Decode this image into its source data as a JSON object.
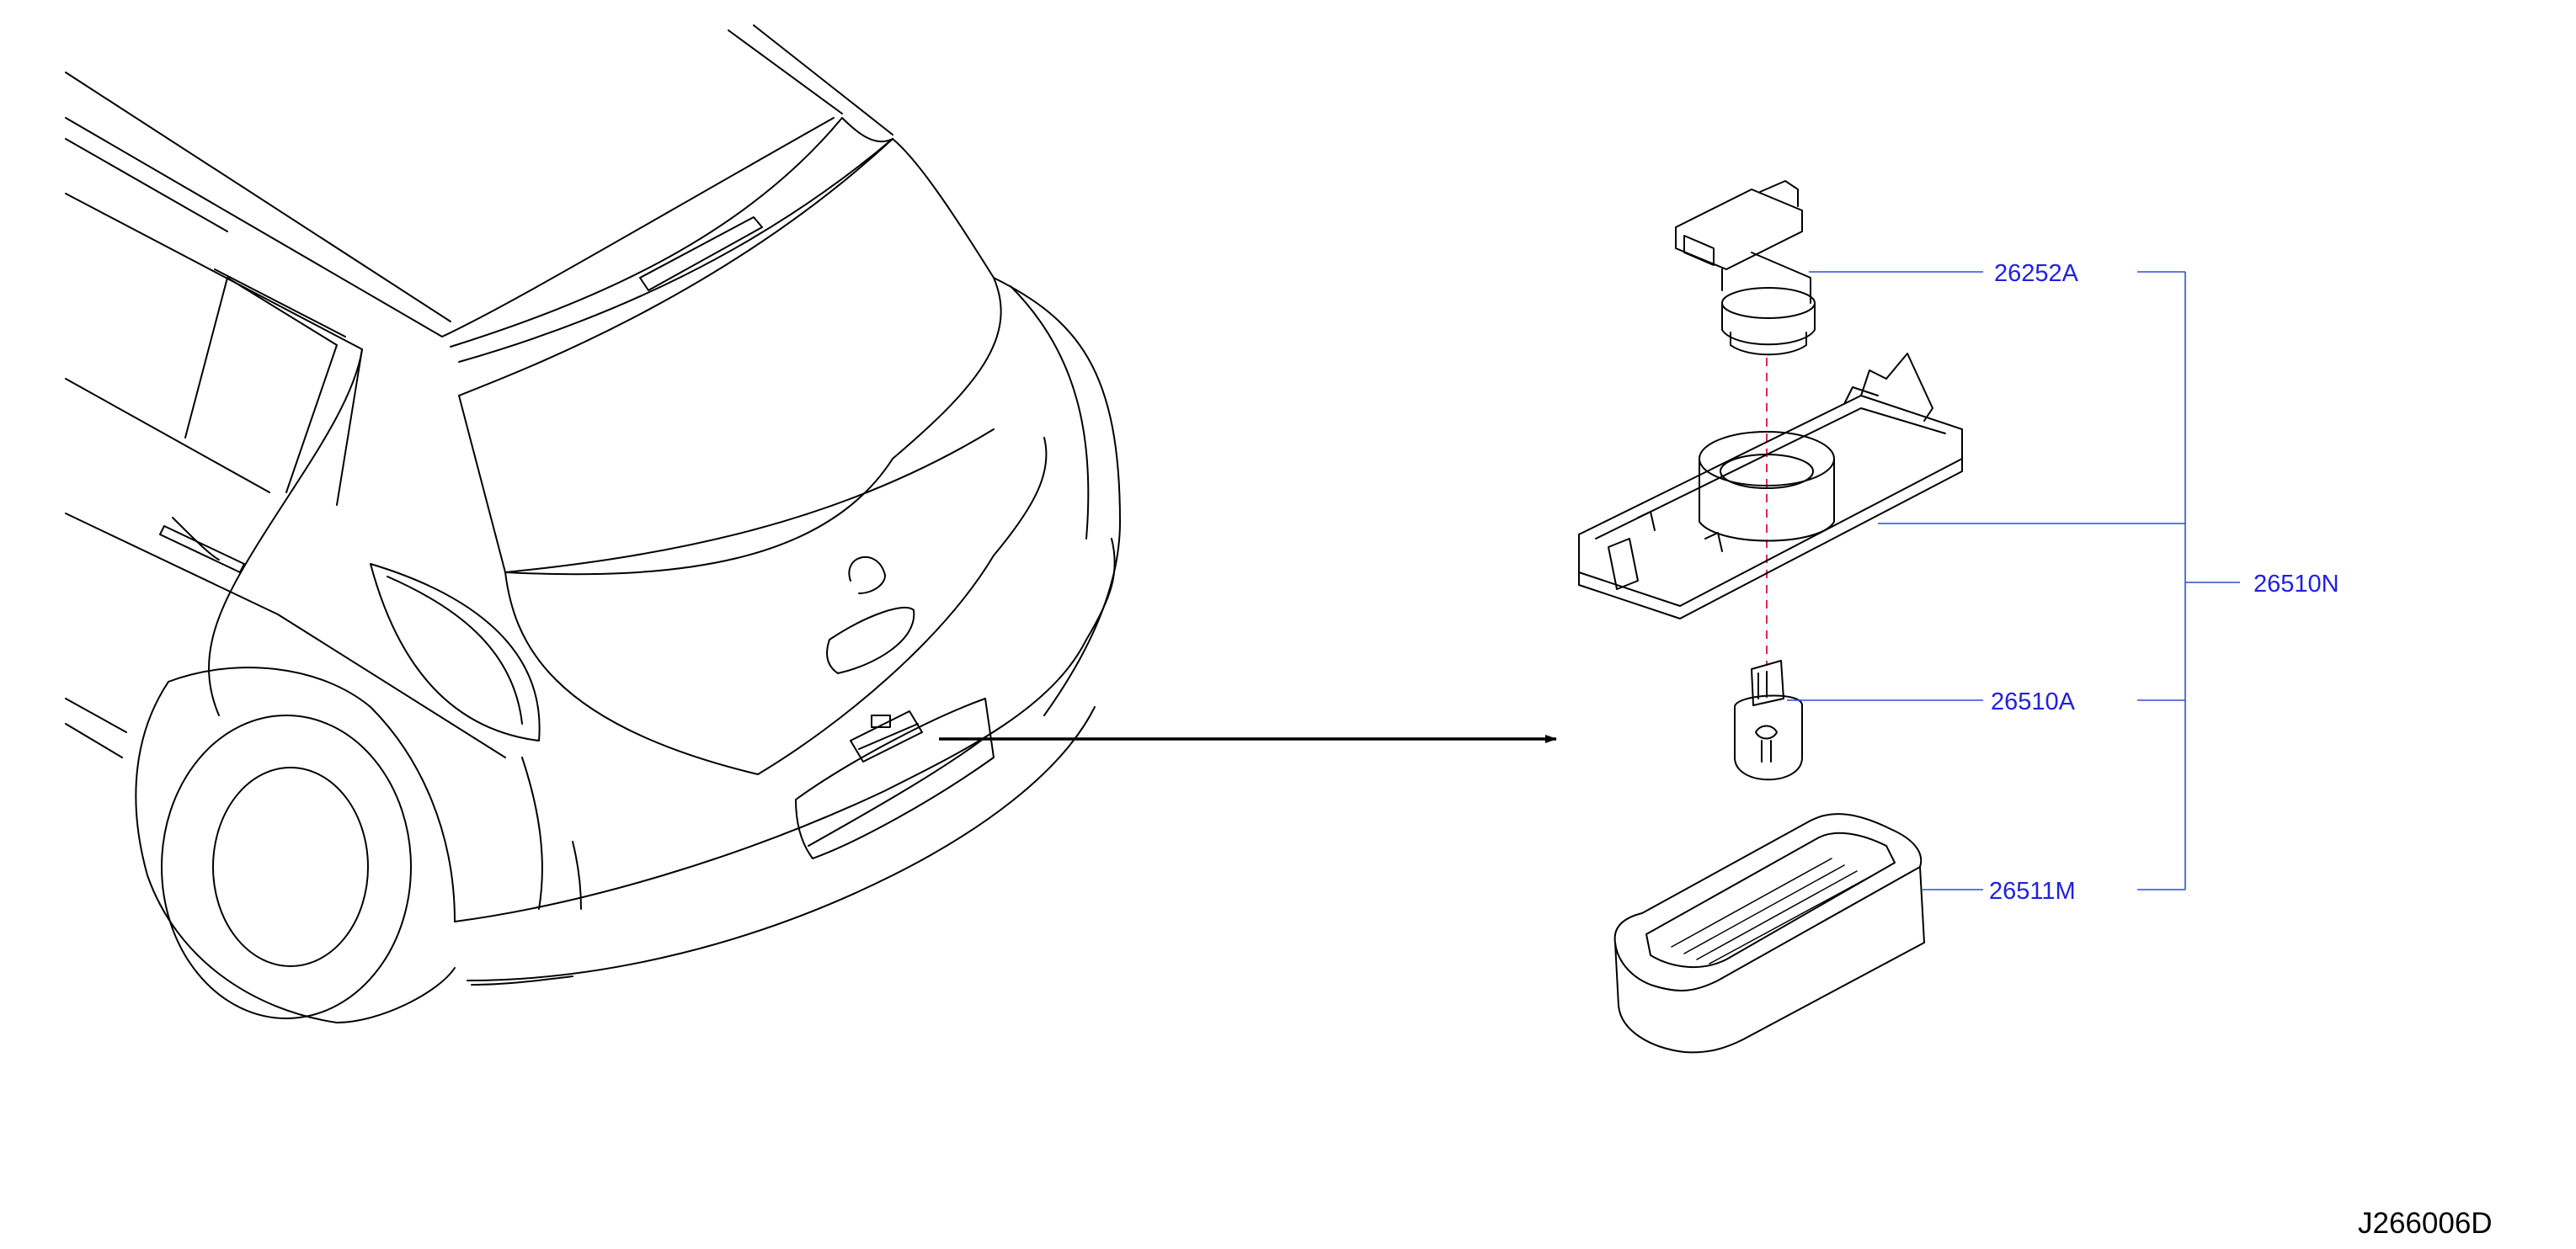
{
  "colors": {
    "line_art": "#000000",
    "leader_lines": "#2a4fd6",
    "part_labels": "#2020e0",
    "center_axis": "#e0103a",
    "background": "#ffffff"
  },
  "parts": [
    {
      "id": "socket",
      "label": "26252A"
    },
    {
      "id": "bulb",
      "label": "26510A"
    },
    {
      "id": "lens",
      "label": "26511M"
    },
    {
      "id": "assembly",
      "label": "26510N"
    }
  ],
  "diagram_code": "J266006D"
}
